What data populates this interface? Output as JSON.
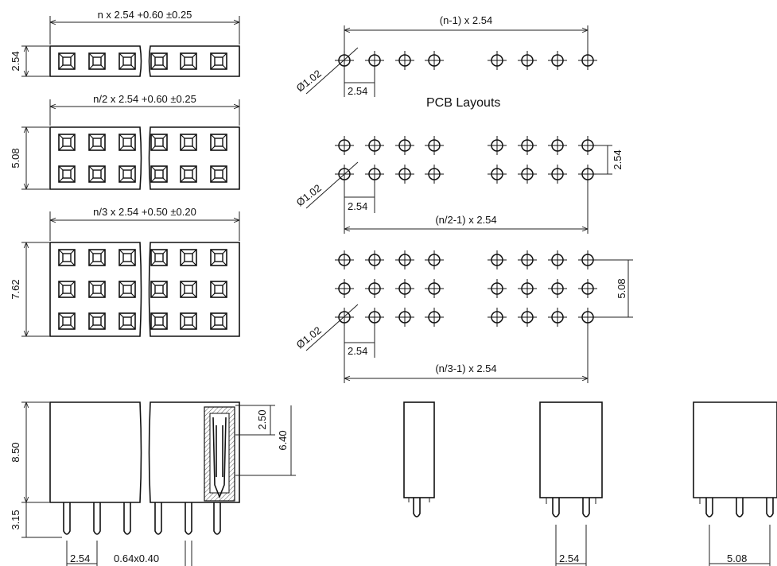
{
  "top_views": [
    {
      "rows": 1,
      "width_label": "n x 2.54 +0.60 ±0.25",
      "height_label": "2.54"
    },
    {
      "rows": 2,
      "width_label": "n/2 x 2.54 +0.60 ±0.25",
      "height_label": "5.08"
    },
    {
      "rows": 3,
      "width_label": "n/3 x 2.54 +0.50 ±0.20",
      "height_label": "7.62"
    }
  ],
  "pcb": {
    "title": "PCB Layouts",
    "layouts": [
      {
        "rows": 1,
        "span_label": "(n-1) x 2.54",
        "hole_label": "Ø1.02",
        "pitch_label": "2.54",
        "row_label": ""
      },
      {
        "rows": 2,
        "span_label": "(n/2-1) x 2.54",
        "hole_label": "Ø1.02",
        "pitch_label": "2.54",
        "row_label": "2.54"
      },
      {
        "rows": 3,
        "span_label": "(n/3-1) x 2.54",
        "hole_label": "Ø1.02",
        "pitch_label": "2.54",
        "row_label": "5.08"
      }
    ]
  },
  "side_view": {
    "height_label": "8.50",
    "pin_length_label": "3.15",
    "pitch_label": "2.54",
    "pin_size_label": "0.64x0.40",
    "contact_label": "2.50",
    "contact_depth_label": "6.40"
  },
  "end_views": [
    {
      "rows": 1,
      "pitch_label": ""
    },
    {
      "rows": 2,
      "pitch_label": "2.54"
    },
    {
      "rows": 3,
      "pitch_label": "5.08"
    }
  ]
}
